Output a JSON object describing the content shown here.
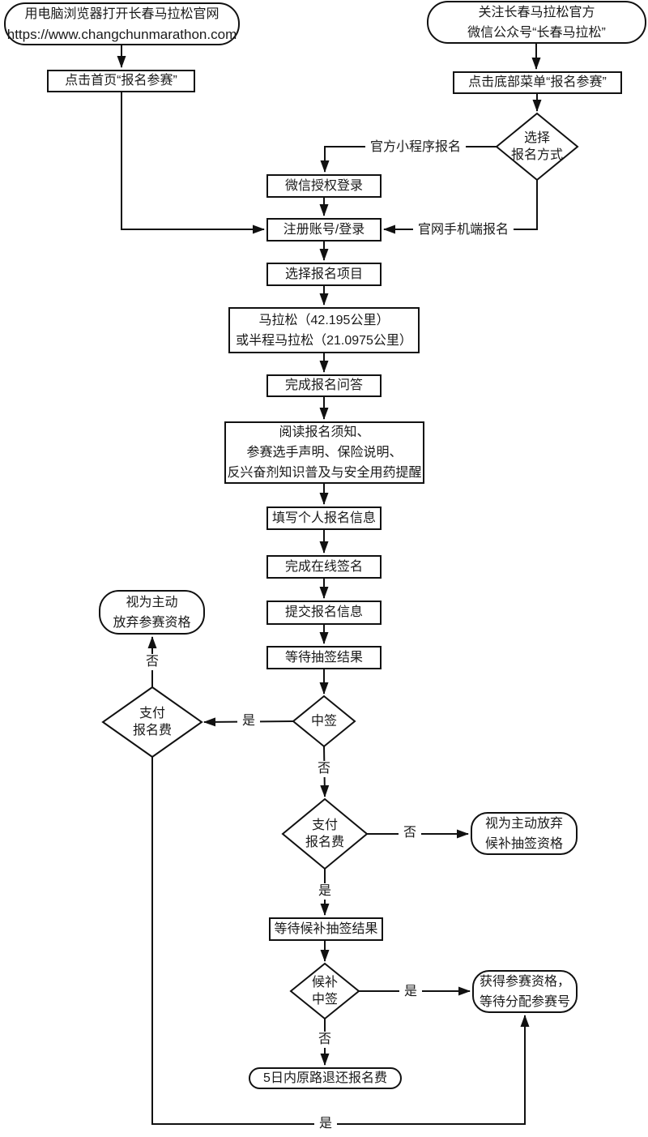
{
  "diagram": {
    "type": "flowchart",
    "colors": {
      "line": "#111111",
      "background": "#ffffff",
      "text": "#1a1a1a"
    },
    "nodes": {
      "start_web": {
        "line1": "用电脑浏览器打开长春马拉松官网",
        "line2": "https://www.changchunmarathon.com"
      },
      "click_home": {
        "label": "点击首页“报名参赛”"
      },
      "start_wechat": {
        "line1": "关注长春马拉松官方",
        "line2": "微信公众号“长春马拉松”"
      },
      "click_menu": {
        "label": "点击底部菜单“报名参赛”"
      },
      "choose_method": {
        "line1": "选择",
        "line2": "报名方式"
      },
      "wechat_auth": {
        "label": "微信授权登录"
      },
      "register_login": {
        "label": "注册账号/登录"
      },
      "select_event": {
        "label": "选择报名项目"
      },
      "event_options": {
        "line1": "马拉松（42.195公里）",
        "line2": "或半程马拉松（21.0975公里）"
      },
      "questionnaire": {
        "label": "完成报名问答"
      },
      "read_notice": {
        "line1": "阅读报名须知、",
        "line2": "参赛选手声明、保险说明、",
        "line3": "反兴奋剂知识普及与安全用药提醒"
      },
      "fill_info": {
        "label": "填写个人报名信息"
      },
      "sign_online": {
        "label": "完成在线签名"
      },
      "submit_info": {
        "label": "提交报名信息"
      },
      "wait_lottery": {
        "label": "等待抽签结果"
      },
      "lottery_win": {
        "label": "中签"
      },
      "pay_fee_left": {
        "line1": "支付",
        "line2": "报名费"
      },
      "giveup_entry": {
        "line1": "视为主动",
        "line2": "放弃参赛资格"
      },
      "pay_fee_right": {
        "line1": "支付",
        "line2": "报名费"
      },
      "giveup_waitlist": {
        "line1": "视为主动放弃",
        "line2": "候补抽签资格"
      },
      "wait_waitlist": {
        "label": "等待候补抽签结果"
      },
      "waitlist_win": {
        "line1": "候补",
        "line2": "中签"
      },
      "get_qualification": {
        "line1": "获得参赛资格，",
        "line2": "等待分配参赛号"
      },
      "refund": {
        "label": "5日内原路退还报名费"
      }
    },
    "edge_labels": {
      "mini_program": "官方小程序报名",
      "mobile_web": "官网手机端报名",
      "yes": "是",
      "no": "否"
    }
  }
}
